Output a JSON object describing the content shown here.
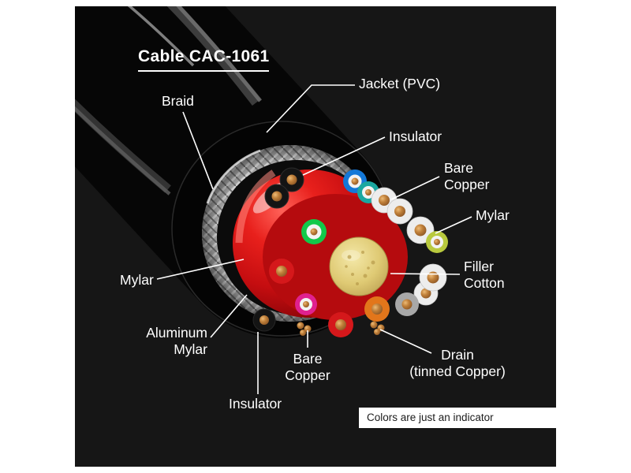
{
  "diagram": {
    "title": "Cable CAC-1061",
    "note": "Colors are just an indicator",
    "labels": {
      "braid": "Braid",
      "jacket": "Jacket (PVC)",
      "insulator_top": "Insulator",
      "bare_copper_right": [
        "Bare",
        "Copper"
      ],
      "mylar_right": "Mylar",
      "filler_cotton": [
        "Filler",
        "Cotton"
      ],
      "drain": [
        "Drain",
        "(tinned Copper)"
      ],
      "bare_copper_bottom": [
        "Bare",
        "Copper"
      ],
      "insulator_bottom": "Insulator",
      "aluminum_mylar": [
        "Aluminum",
        "Mylar"
      ],
      "mylar_left": "Mylar"
    },
    "colors": {
      "panel_background": "#161616",
      "jacket_pvc": "#060606",
      "braid": "#c2c2c2",
      "mylar_red": "#c50d10",
      "filler_cotton": "#dfca74",
      "copper": "#b87333",
      "wire_black": "#141414",
      "wire_blue": "#1478d8",
      "wire_teal": "#1aa7a0",
      "wire_green": "#12c94a",
      "wire_yellow_green": "#b9c93e",
      "wire_magenta": "#e0218f",
      "wire_orange": "#e2761b",
      "wire_gray": "#a8a8a8",
      "wire_white": "#ededed"
    }
  }
}
